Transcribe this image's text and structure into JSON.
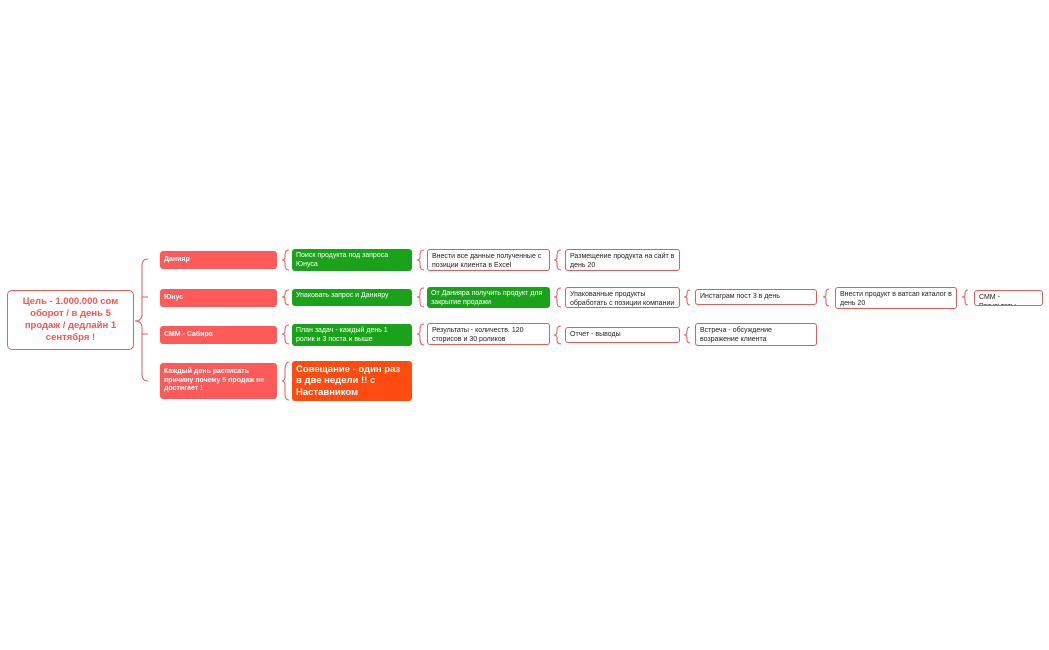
{
  "root": "Цель - 1.000.000 сом оборот / в день 5 продаж / дедлайн 1 сентября !",
  "branches": {
    "daniyar": "Данияр",
    "yunus": "Юнус",
    "smm": "СММ - Сабира",
    "daily": "Каждый день расписать причину почему 5 продаж не достигает !"
  },
  "tasks": {
    "search": "Поиск продукта под запроса Юнуса",
    "pack": "Упаковать запрос и Данияру",
    "plan": "План задач - каждый день 1 ролик и 3 поста и выше",
    "meeting": "Совещание - один раз в две недели !! с Наставником"
  },
  "level3": {
    "excel": "Внести все данные полученные с позиции клиента в Excel",
    "from_daniyar": "От Данияра получить продукт для закрытие продажи",
    "results": "Результаты - количеств. 120 сторисов и 30 роликов"
  },
  "level4": {
    "site": "Размещение продукта на сайт в день 20",
    "packed": "Упакованные продукты обработать с позиции компании",
    "report": "Отчет - выводы"
  },
  "level5": {
    "instagram": "Инстаграм пост 3 в день",
    "meet_client": "Встреча - обсуждение возражение клиента"
  },
  "level6": {
    "whatsapp": "Внести продукт в ватсап каталог в день 20"
  },
  "level7": {
    "smm_results": "СММ - Результаты"
  },
  "colors": {
    "red": "#ff5a5a",
    "green": "#1aa31a",
    "orange": "#ff4a10",
    "line": "#e85a5a"
  }
}
